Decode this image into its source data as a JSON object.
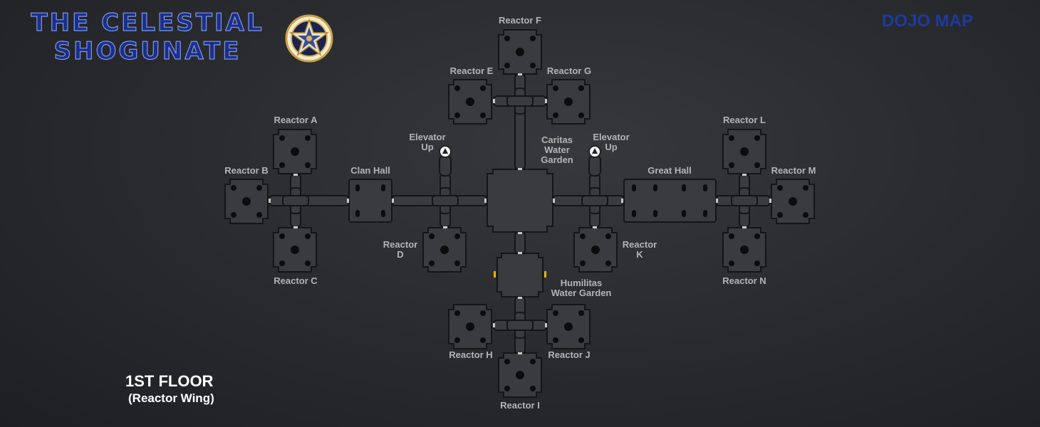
{
  "header": {
    "title_line1": "THE CELESTIAL",
    "title_line2": "SHOGUNATE",
    "map_title": "DOJO MAP",
    "emblem": "star-emblem"
  },
  "floor": {
    "name": "1ST FLOOR",
    "subtitle": "(Reactor Wing)"
  },
  "rooms": {
    "reactor_a": "Reactor A",
    "reactor_b": "Reactor B",
    "reactor_c": "Reactor C",
    "reactor_d": "Reactor\nD",
    "reactor_e": "Reactor E",
    "reactor_f": "Reactor F",
    "reactor_g": "Reactor G",
    "reactor_h": "Reactor H",
    "reactor_i": "Reactor I",
    "reactor_j": "Reactor J",
    "reactor_k": "Reactor\nK",
    "reactor_l": "Reactor L",
    "reactor_m": "Reactor M",
    "reactor_n": "Reactor N",
    "clan_hall": "Clan Hall",
    "great_hall": "Great Hall",
    "caritas": "Caritas\nWater\nGarden",
    "humilitas": "Humilitas\nWater Garden",
    "elevator_left": "Elevator\nUp",
    "elevator_right": "Elevator\nUp"
  },
  "colors": {
    "room_fill": "#3a3b3e",
    "room_border": "#151515",
    "hole": "#0c0c0c",
    "connector": "#c8c8c8",
    "door_marker": "#e8b400",
    "title": "#1b2f8a",
    "map_title": "#1e3aa0",
    "label": "#b4b4b4"
  }
}
